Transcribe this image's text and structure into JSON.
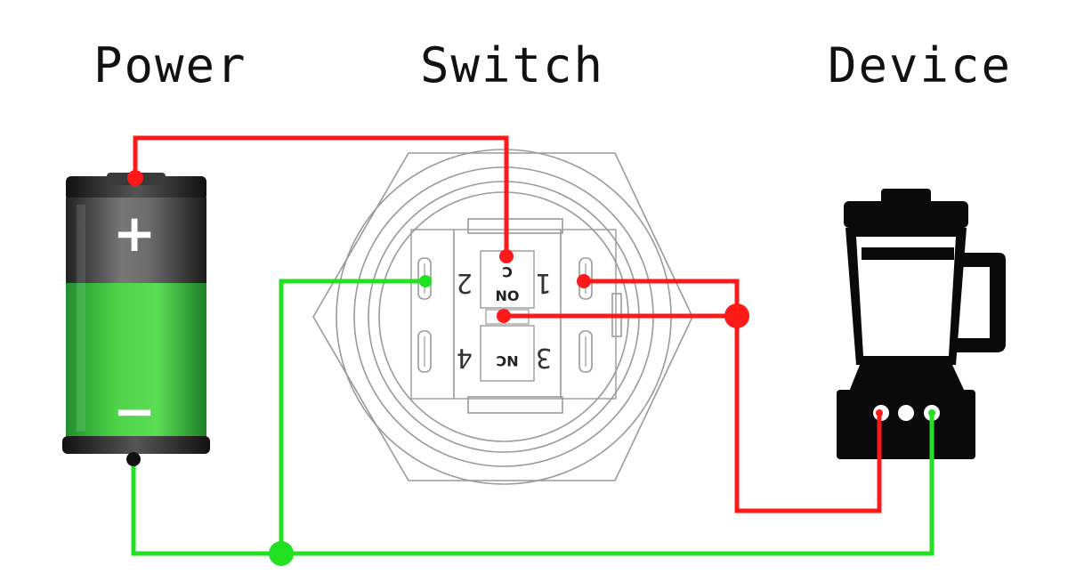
{
  "titles": {
    "power": "Power",
    "switch": "Switch",
    "device": "Device"
  },
  "battery": {
    "plus": "+",
    "minus": "−"
  },
  "switch": {
    "pins": [
      "1",
      "2",
      "3",
      "4"
    ],
    "terminals": [
      "C",
      "NO",
      "NC"
    ]
  },
  "colors": {
    "positive_wire": "#ff1a1a",
    "negative_wire": "#22e022",
    "device_body": "#0a0a0a",
    "switch_outline": "#9a9a9a"
  },
  "icons": [
    "battery-icon",
    "blender-icon",
    "switch-icon"
  ]
}
